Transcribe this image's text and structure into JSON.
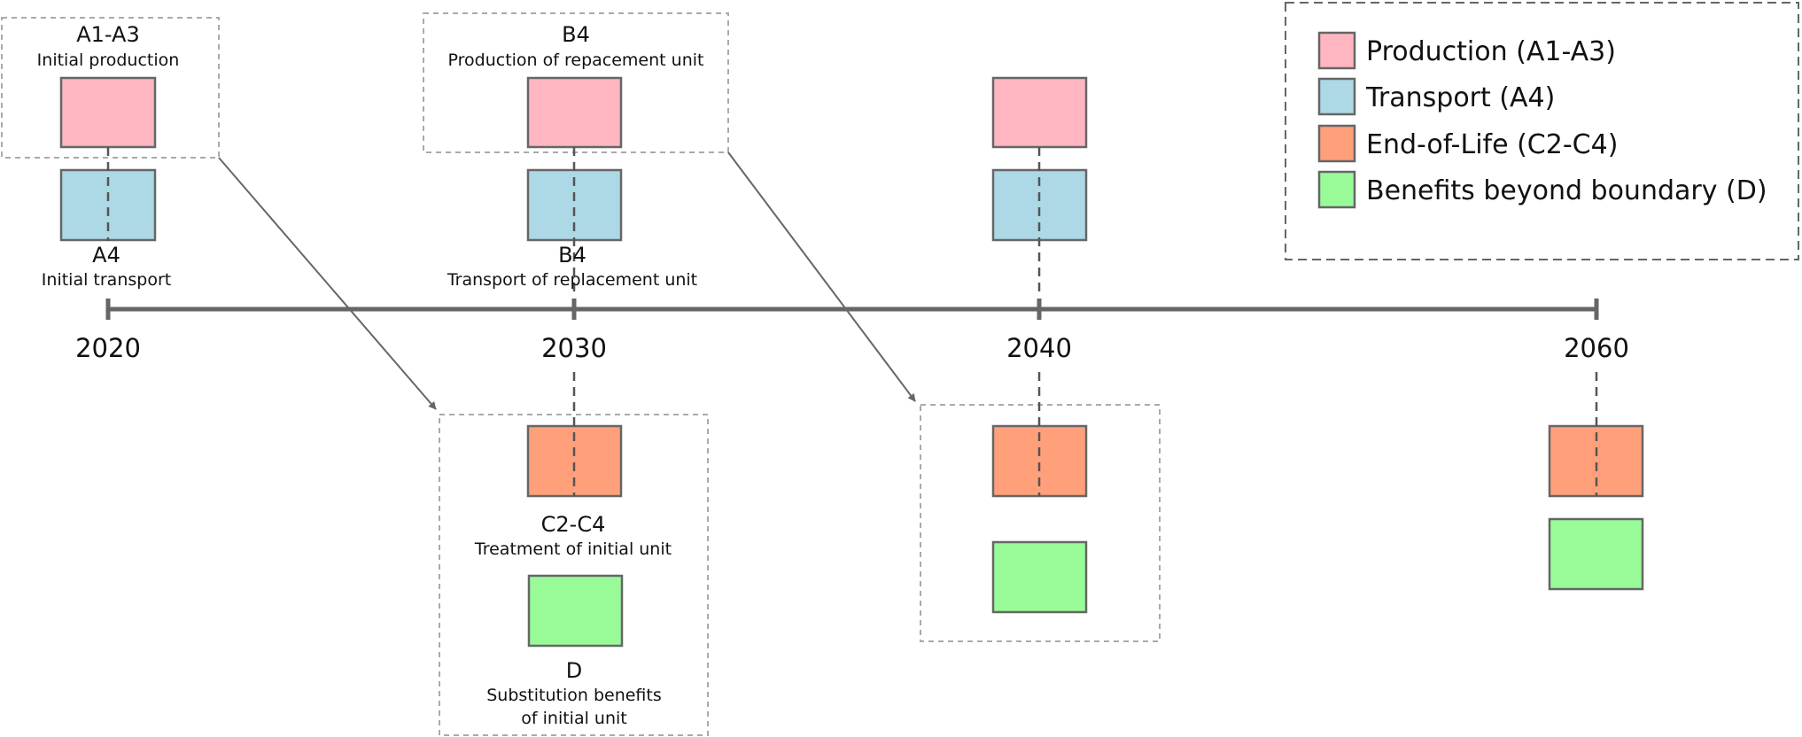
{
  "colors": {
    "production": "#ffb6c1",
    "transport": "#add8e6",
    "end_of_life": "#ffa07a",
    "benefits": "#98fb98"
  },
  "timeline": {
    "years": [
      "2020",
      "2030",
      "2040",
      "2060"
    ]
  },
  "labels": {
    "a1a3_code": "A1-A3",
    "a1a3_desc": "Initial production",
    "a4_code": "A4",
    "a4_desc": "Initial transport",
    "b4_prod_code": "B4",
    "b4_prod_desc": "Production of repacement unit",
    "b4_trans_code": "B4",
    "b4_trans_desc": "Transport of replacement unit",
    "c2c4_code": "C2-C4",
    "c2c4_desc": "Treatment of initial unit",
    "d_code": "D",
    "d_desc_line1": "Substitution benefits",
    "d_desc_line2": "of initial unit"
  },
  "legend": {
    "items": [
      {
        "label": "Production (A1-A3)",
        "color": "production"
      },
      {
        "label": "Transport (A4)",
        "color": "transport"
      },
      {
        "label": "End-of-Life (C2-C4)",
        "color": "end_of_life"
      },
      {
        "label": "Benefits beyond boundary (D)",
        "color": "benefits"
      }
    ]
  }
}
